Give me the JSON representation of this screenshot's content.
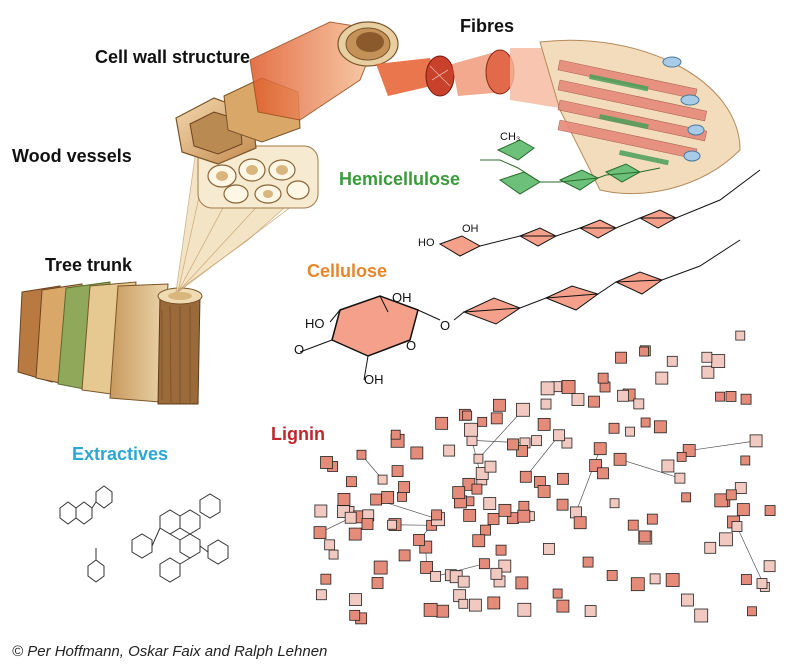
{
  "labels": {
    "fibres": "Fibres",
    "cell_wall_structure": "Cell wall structure",
    "wood_vessels": "Wood vessels",
    "hemicellulose": "Hemicellulose",
    "tree_trunk": "Tree trunk",
    "cellulose": "Cellulose",
    "lignin": "Lignin",
    "extractives": "Extractives"
  },
  "glucose_atoms": {
    "ho": "HO",
    "oh_top": "OH",
    "o_ring": "O",
    "oh_bottom": "OH",
    "o_left": "O",
    "o_link": "O"
  },
  "credit": "© Per Hoffmann, Oskar Faix and Ralph Lehnen",
  "colors": {
    "hemicellulose": "#3a9b3a",
    "cellulose": "#e8862b",
    "lignin": "#c0262e",
    "extractives": "#2aa7d3",
    "ring_fill": "#f4a08a",
    "lignin_node": "#e58b7a",
    "wood_light": "#e8d2a8",
    "wood_dark": "#b07a3c"
  }
}
